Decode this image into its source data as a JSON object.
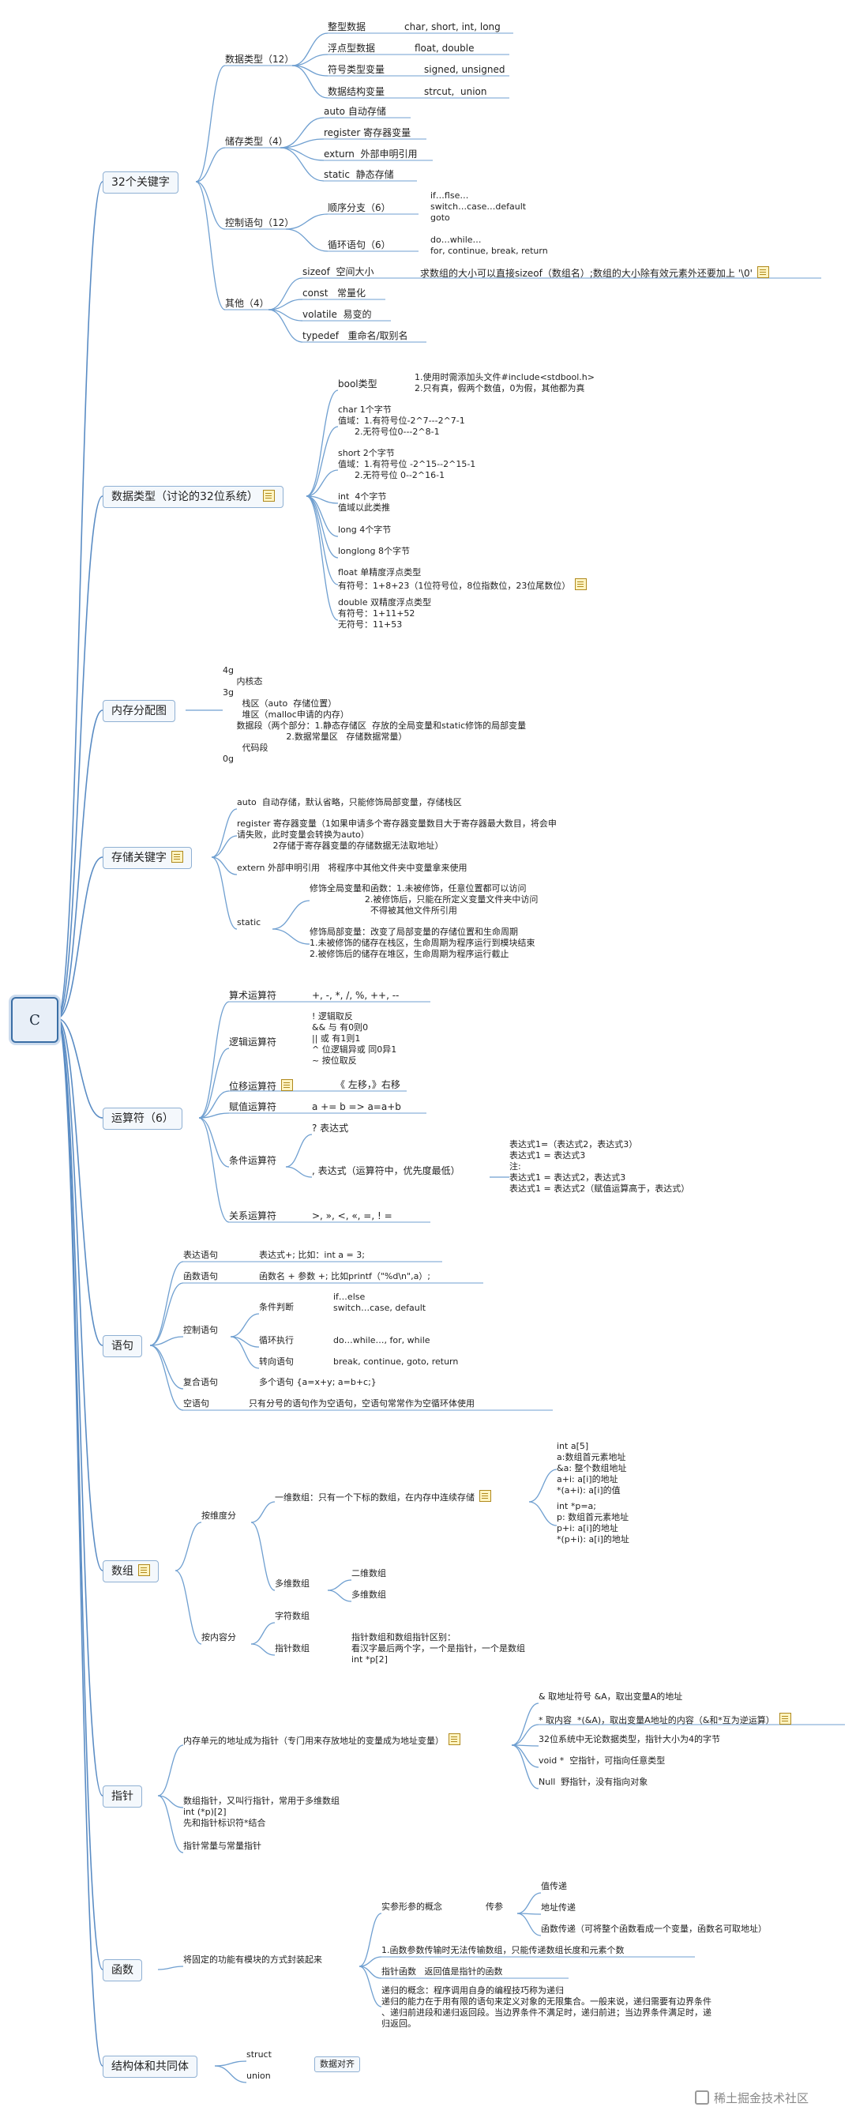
{
  "root": "C",
  "main": {
    "kw": "32个关键字",
    "types": "数据类型（讨论的32位系统）",
    "mem": "内存分配图",
    "storage": "存储关键字",
    "ops": "运算符（6）",
    "stmt": "语句",
    "arr": "数组",
    "ptr": "指针",
    "func": "函数",
    "struct": "结构体和共同体"
  },
  "kw": {
    "datatype": "数据类型（12）",
    "d1": "整型数据",
    "d1v": "char, short, int, long",
    "d2": "浮点型数据",
    "d2v": "float, double",
    "d3": "符号类型变量",
    "d3v": "signed, unsigned",
    "d4": "数据结构变量",
    "d4v": "strcut,  union",
    "storage": "储存类型（4）",
    "s1": "auto 自动存储",
    "s2": "register 寄存器变量",
    "s3": "exturn  外部申明引用",
    "s4": "static  静态存储",
    "ctrl": "控制语句（12）",
    "c1": "顺序分支（6）",
    "c1v": "if…flse…\nswitch…case…default\ngoto",
    "c2": "循环语句（6）",
    "c2v": "do…while…\nfor, continue, break, return",
    "other": "其他（4）",
    "o1": "sizeof  空间大小",
    "o1v": "求数组的大小可以直接sizeof（数组名）;数组的大小除有效元素外还要加上 '\\0'",
    "o2": "const   常量化",
    "o3": "volatile  易变的",
    "o4": "typedef   重命名/取别名"
  },
  "types": {
    "t1": "bool类型",
    "t1v": "1.使用时需添加头文件#include<stdbool.h>\n2.只有真，假两个数值，0为假，其他都为真",
    "t2": "char 1个字节\n值域：1.有符号位-2^7---2^7-1\n      2.无符号位0---2^8-1",
    "t3": "short 2个字节\n值域：1.有符号位 -2^15--2^15-1\n      2.无符号位 0--2^16-1",
    "t4": "int  4个字节\n值域以此类推",
    "t5": "long 4个字节",
    "t6": "longlong 8个字节",
    "t7": "float 单精度浮点类型\n有符号：1+8+23（1位符号位，8位指数位，23位尾数位）",
    "t8": "double 双精度浮点类型\n有符号：1+11+52\n无符号：11+53"
  },
  "mem": {
    "text": "4g\n     内核态\n3g\n       栈区（auto  存储位置）\n       堆区（malloc申请的内存）\n     数据段（两个部分：1.静态存储区  存放的全局变量和static修饰的局部变量\n                       2.数据常量区   存储数据常量）\n       代码段\n0g"
  },
  "storage": {
    "s1": "auto  自动存储，默认省略，只能修饰局部变量，存储栈区",
    "s2": "register 寄存器变量（1如果申请多个寄存器变量数目大于寄存器最大数目，将会申\n请失败，此时变量会转换为auto）\n             2存储于寄存器变量的存储数据无法取地址）",
    "s3": "extern 外部申明引用   将程序中其他文件夹中变量拿来使用",
    "s4": "static",
    "s4a": "修饰全局变量和函数：1.未被修饰，任意位置都可以访问\n                    2.被修饰后，只能在所定义变量文件夹中访问\n                      不得被其他文件所引用",
    "s4b": "修饰局部变量：改变了局部变量的存储位置和生命周期\n1.未被修饰的储存在栈区，生命周期为程序运行到模块结束\n2.被修饰后的储存在堆区，生命周期为程序运行截止"
  },
  "ops": {
    "o1": "算术运算符",
    "o1v": "+, -, *, /, %, ++, --",
    "o2": "逻辑运算符",
    "o2v": "! 逻辑取反\n&& 与 有0则0\n|| 或 有1则1\n^ 位逻辑异或 同0异1\n~ 按位取反",
    "o3": "位移运算符",
    "o3v": "《 左移，》右移",
    "o4": "赋值运算符",
    "o4v": "a += b => a=a+b",
    "o5": "条件运算符",
    "o5a": "? 表达式",
    "o5b": ", 表达式（运算符中，优先度最低）",
    "o5c": "表达式1=（表达式2，表达式3）\n表达式1 = 表达式3\n注:\n表达式1 = 表达式2，表达式3\n表达式1 = 表达式2（赋值运算高于，表达式）",
    "o6": "关系运算符",
    "o6v": ">, », <, «, =, ! ="
  },
  "stmt": {
    "s1": "表达语句",
    "s1v": "表达式+; 比如：int a = 3;",
    "s2": "函数语句",
    "s2v": "函数名 + 参数 +; 比如printf（\"%d\\n\",a）;",
    "s3": "控制语句",
    "s3a": "条件判断",
    "s3av": "if…else\nswitch…case, default",
    "s3b": "循环执行",
    "s3bv": "do…while…, for, while",
    "s3c": "转向语句",
    "s3cv": "break, continue, goto, return",
    "s4": "复合语句",
    "s4v": "多个语句 {a=x+y; a=b+c;}",
    "s5": "空语句",
    "s5v": "只有分号的语句作为空语句，空语句常常作为空循环体使用"
  },
  "arr": {
    "by_dim": "按维度分",
    "one": "一维数组：只有一个下标的数组，在内存中连续存储",
    "one_a": "int a[5]\na:数组首元素地址\n&a: 整个数组地址\na+i: a[i]的地址\n*(a+i): a[i]的值",
    "one_b": "int *p=a;\np: 数组首元素地址\np+i: a[i]的地址\n*(p+i): a[i]的地址",
    "multi": "多维数组",
    "two": "二维数组",
    "multi2": "多维数组",
    "by_content": "按内容分",
    "char": "字符数组",
    "ptr": "指针数组",
    "ptr_v": "指针数组和数组指针区别：\n看汉字最后两个字，一个是指针，一个是数组\nint *p[2]"
  },
  "ptr": {
    "def": "内存单元的地址成为指针（专门用来存放地址的变量成为地址变量）",
    "p1": "& 取地址符号 &A，取出变量A的地址",
    "p2": "* 取内容  *(&A)，取出变量A地址的内容（&和*互为逆运算）",
    "p3": "32位系统中无论数据类型，指针大小为4的字节",
    "p4": "void *  空指针，可指向任意类型",
    "p5": "Null  野指针，没有指向对象",
    "arrp": "数组指针，又叫行指针，常用于多维数组\nint (*p)[2]\n先和指针标识符*结合",
    "constp": "指针常量与常量指针"
  },
  "func": {
    "def": "将固定的功能有模块的方式封装起来",
    "f1": "实参形参的概念",
    "f1a": "传参",
    "pass1": "值传递",
    "pass2": "地址传递",
    "pass3": "函数传递（可将整个函数看成一个变量，函数名可取地址）",
    "f2": "1.函数参数传输时无法传输数组，只能传递数组长度和元素个数",
    "f3": "指针函数   返回值是指针的函数",
    "f4": "递归的概念：程序调用自身的编程技巧称为递归\n递归的能力在于用有限的语句来定义对象的无限集合。一般来说，递归需要有边界条件\n、递归前进段和递归返回段。当边界条件不满足时，递归前进；当边界条件满足时，递\n归返回。"
  },
  "st": {
    "s1": "struct",
    "s2": "union",
    "align": "数据对齐"
  },
  "watermark": "稀土掘金技术社区"
}
